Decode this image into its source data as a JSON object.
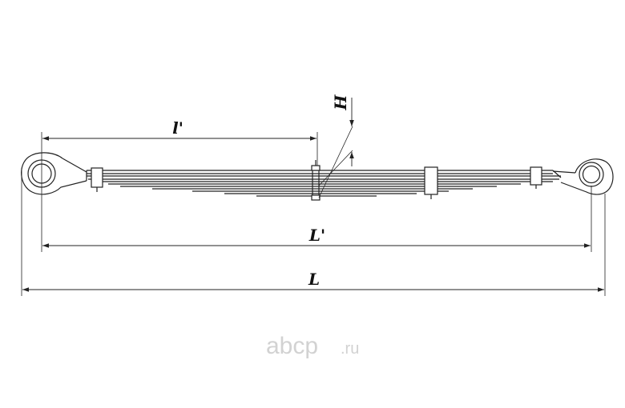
{
  "drawing": {
    "subject": "leaf spring assembly",
    "line_color": "#222222",
    "dimensions": {
      "overall_length_label": "L",
      "eye_to_eye_length_label": "L'",
      "half_length_label": "l'",
      "height_label": "H"
    }
  },
  "watermark": {
    "text": "abcp",
    "suffix": ".ru",
    "color": "#d2d2d2"
  }
}
